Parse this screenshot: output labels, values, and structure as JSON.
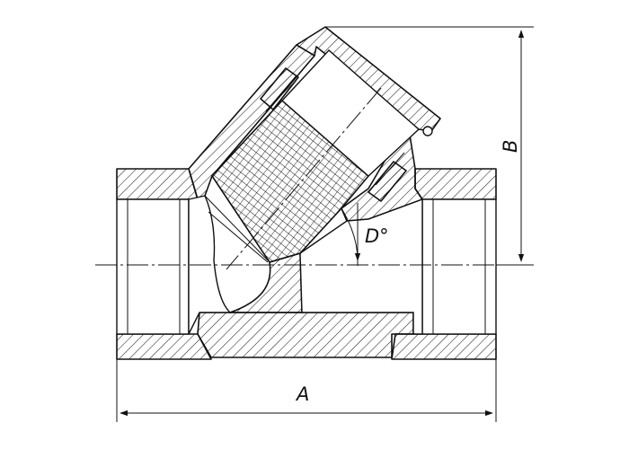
{
  "dimensions": {
    "length_label": "A",
    "height_label": "B",
    "angle_label": "D°"
  },
  "colors": {
    "line": "#111111",
    "background": "#ffffff"
  }
}
